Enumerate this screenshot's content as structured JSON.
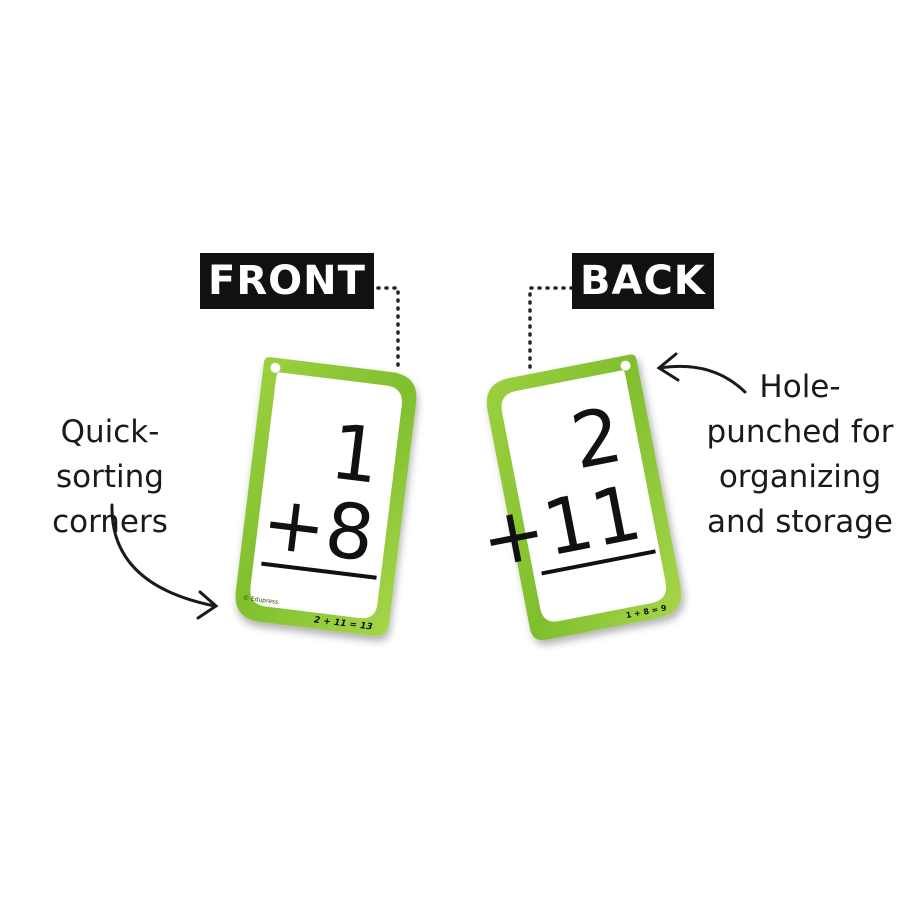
{
  "labels": {
    "front": "FRONT",
    "back": "BACK"
  },
  "annotations": {
    "left": [
      "Quick-sorting",
      "corners"
    ],
    "right": [
      "Hole-",
      "punched for",
      "organizing",
      "and storage"
    ]
  },
  "front_card": {
    "top": "1",
    "bottom": "+8",
    "answer": "2 + 11 = 13",
    "logo": "© Edupress"
  },
  "back_card": {
    "top": "2",
    "bottom": "+11",
    "answer": "1 + 8 = 9"
  },
  "colors": {
    "card_border": "#8dc63f",
    "label_bg": "#111111",
    "text": "#1a1a1a"
  },
  "icons": [
    "curved-arrow-icon",
    "arrow-left-icon"
  ]
}
